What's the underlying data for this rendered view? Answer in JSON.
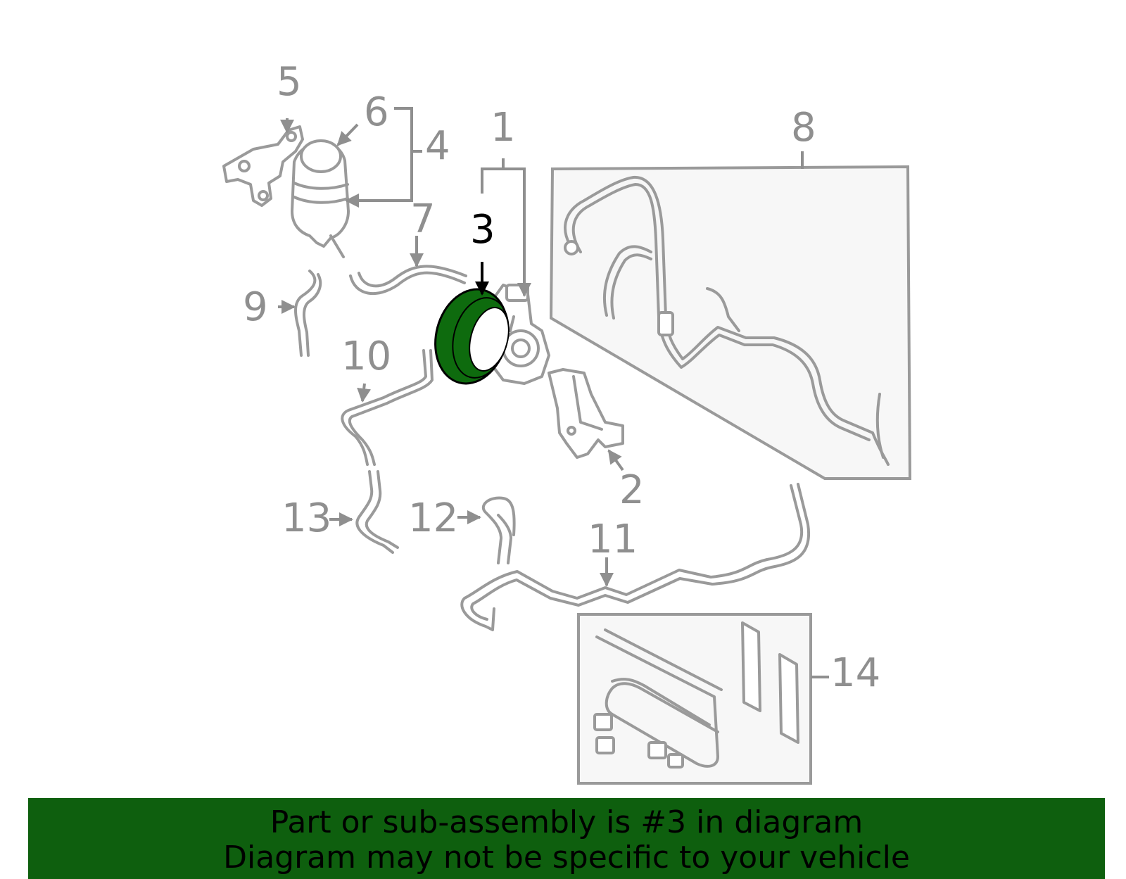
{
  "callouts": {
    "c1": "1",
    "c2": "2",
    "c3": "3",
    "c4": "4",
    "c5": "5",
    "c6": "6",
    "c7": "7",
    "c8": "8",
    "c9": "9",
    "c10": "10",
    "c11": "11",
    "c12": "12",
    "c13": "13",
    "c14": "14"
  },
  "highlight": {
    "part": "3",
    "color": "#0e6b0e"
  },
  "banner": {
    "line1": "Part or sub-assembly is #3 in diagram",
    "line2": "Diagram may not be specific to your vehicle",
    "color": "#0e5f0e"
  }
}
